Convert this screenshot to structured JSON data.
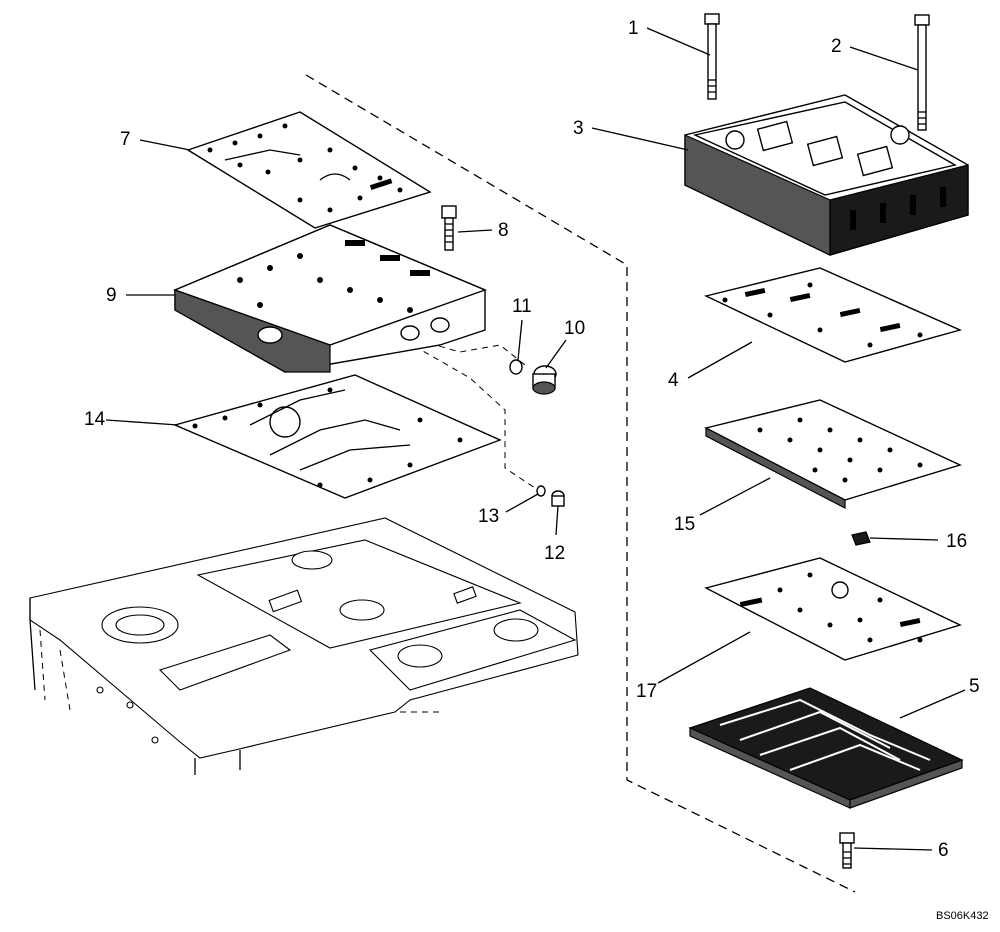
{
  "callouts": [
    {
      "num": "1"
    },
    {
      "num": "2"
    },
    {
      "num": "3"
    },
    {
      "num": "4"
    },
    {
      "num": "5"
    },
    {
      "num": "6"
    },
    {
      "num": "7"
    },
    {
      "num": "8"
    },
    {
      "num": "9"
    },
    {
      "num": "10"
    },
    {
      "num": "11"
    },
    {
      "num": "12"
    },
    {
      "num": "13"
    },
    {
      "num": "14"
    },
    {
      "num": "15"
    },
    {
      "num": "16"
    },
    {
      "num": "17"
    }
  ],
  "reference_code": "BS06K432"
}
